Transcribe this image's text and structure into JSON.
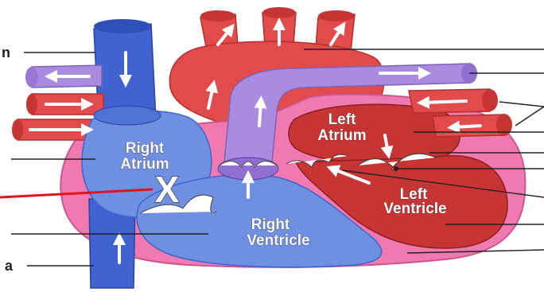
{
  "labels": {
    "right_atrium_line1": "Right",
    "right_atrium_line2": "Atrium",
    "left_atrium_line1": "Left",
    "left_atrium_line2": "Atrium",
    "right_ventricle_line1": "Right",
    "right_ventricle_line2": "Ventricle",
    "left_ventricle_line1": "Left",
    "left_ventricle_line2": "Ventricle"
  },
  "cut_off_text": {
    "top_left": "n",
    "bottom_left": "a"
  },
  "markers": {
    "x_mark": "X"
  },
  "colors": {
    "deoxygenated_blue": "#6f8fe0",
    "vessel_blue": "#3f63d0",
    "oxygenated_red": "#e24b4b",
    "dark_red": "#c63434",
    "pulmonary_purple": "#a98be0",
    "heart_wall_pink": "#f07ab0",
    "highlight_line_red": "#e0141c"
  }
}
